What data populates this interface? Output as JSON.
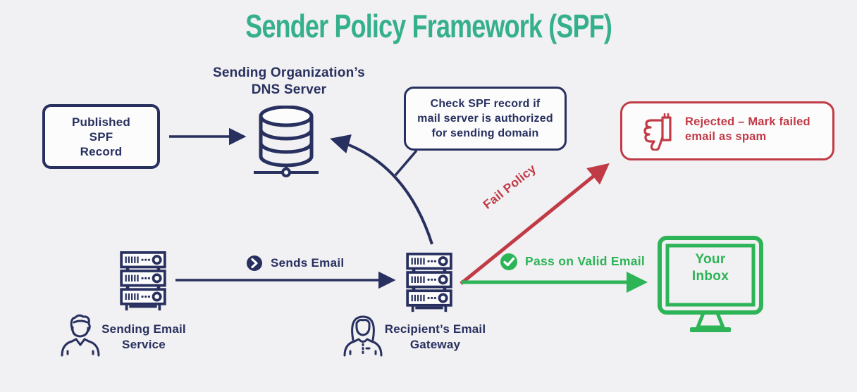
{
  "colors": {
    "navy": "#28305f",
    "teal": "#35b08d",
    "red": "#c13b46",
    "green": "#2db457",
    "bg": "#f1f0f2",
    "boxfill": "#fcfcfd"
  },
  "title": "Sender Policy Framework (SPF)",
  "dns_label": [
    "Sending Organization’s",
    "DNS Server"
  ],
  "published_box": [
    "Published",
    "SPF",
    "Record"
  ],
  "check_box": [
    "Check SPF record if",
    "mail server is authorized",
    "for sending domain"
  ],
  "rejected_box": {
    "title": "Rejected",
    "rest": " – Mark failed email as spam"
  },
  "edges": {
    "sends": "Sends Email",
    "fail": "Fail Policy",
    "pass": "Pass on Valid Email"
  },
  "sending_service_label": [
    "Sending Email",
    "Service"
  ],
  "gateway_label": [
    "Recipient’s Email",
    "Gateway"
  ],
  "inbox_label": [
    "Your",
    "Inbox"
  ],
  "icons": {
    "dns": "database-icon",
    "sending_service": "server-rack-icon",
    "gateway": "server-rack-icon",
    "sender_person": "person-icon",
    "recipient_person": "person-icon",
    "rejected": "thumbs-down-icon",
    "sends": "chevron-circle-icon",
    "pass": "check-circle-icon",
    "inbox": "monitor-icon"
  }
}
